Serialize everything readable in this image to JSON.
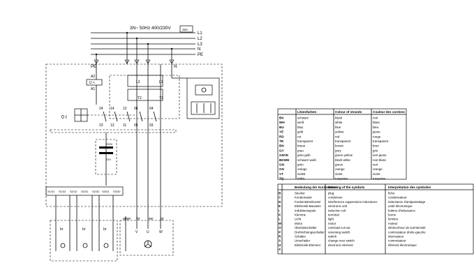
{
  "schematic": {
    "supply_label": "3N~ 50Hz 400/230V",
    "fuse_label": "16A",
    "lines": [
      "L1",
      "L2",
      "L3",
      "N",
      "PE"
    ],
    "pe_label": "PE",
    "n_label": "N",
    "coil_labels": [
      "A2",
      "A1"
    ],
    "coil_tag": "U <",
    "contactor_top": [
      "2",
      "4",
      "6",
      "2",
      "2"
    ],
    "contactor_terminals_top": [
      "L2",
      "L3"
    ],
    "contactor_terminals_bottom": [
      "T2",
      "T3"
    ],
    "switch_label": "0 I",
    "contacts_row1": [
      "24",
      "14",
      "12",
      "06",
      "04"
    ],
    "contacts_row2": [
      "23",
      "13",
      "11",
      "05",
      "03"
    ],
    "transformer_top": "230V",
    "transformer_bottom": "24V",
    "terminal_row": [
      "S1/31",
      "S1/32",
      "S2/12",
      "S2/31",
      "S2/32",
      "S3/31",
      "S3/32"
    ],
    "wire_colors": [
      "gnge",
      "br",
      "sw",
      "gr"
    ],
    "cable_labels": [
      "br",
      "br",
      "br"
    ],
    "motor_terminals": [
      "V",
      "U",
      "W"
    ]
  },
  "colors_table": {
    "headers": [
      "Litzenfarben",
      "Colour of strands",
      "Couleur des cordons"
    ],
    "rows": [
      [
        "BK",
        "schwarz",
        "black",
        "noir"
      ],
      [
        "WH",
        "weiß",
        "white",
        "blanc"
      ],
      [
        "BU",
        "blau",
        "blue",
        "bleu"
      ],
      [
        "YE",
        "gelb",
        "yellow",
        "jaune"
      ],
      [
        "RD",
        "rot",
        "red",
        "rouge"
      ],
      [
        "TR",
        "transparent",
        "transparent",
        "transparent"
      ],
      [
        "BN",
        "braun",
        "brown",
        "brun"
      ],
      [
        "GY",
        "grau",
        "grey",
        "gris"
      ],
      [
        "GNYE",
        "grün-gelb",
        "green-yellow",
        "vert-jaune"
      ],
      [
        "BKWH",
        "schwarz-weiß",
        "black-white",
        "noir-blanc"
      ],
      [
        "GN",
        "grün",
        "green",
        "vert"
      ],
      [
        "OG",
        "orange",
        "orange",
        "orange"
      ],
      [
        "VT",
        "violett",
        "violet",
        "violet"
      ],
      [
        "TQ",
        "türkis",
        "turquoise",
        "turquoise"
      ]
    ]
  },
  "symbols_table": {
    "headers": [
      "Bedeutung der Kurzzeichen",
      "Meaning of the symbols",
      "Interprétation des symboles"
    ],
    "rows": [
      [
        "B",
        "Stecker",
        "plug",
        "fiche"
      ],
      [
        "C",
        "Kondensator",
        "condenser",
        "condensateur"
      ],
      [
        "D",
        "Funkentstördrossel",
        "interference suppression inductance",
        "inductance d'antiparasitage"
      ],
      [
        "E",
        "Elektronik-Baustein",
        "electronic unit",
        "unité électronique"
      ],
      [
        "I",
        "Induktionsspule",
        "induction coil",
        "bobine d'inductance"
      ],
      [
        "K",
        "Klemme",
        "terminal",
        "borne"
      ],
      [
        "L",
        "Licht",
        "light",
        "lumière"
      ],
      [
        "M",
        "Motor",
        "motor",
        "moteur"
      ],
      [
        "O",
        "Überlastschalter",
        "overload cut-out",
        "déclencheur de surintensité"
      ],
      [
        "P",
        "Drehrichtungsschalter",
        "reversing switch",
        "commutateur droite-gauche"
      ],
      [
        "R",
        "Schalter",
        "switch",
        "interrupteur"
      ],
      [
        "S",
        "Umschalter",
        "change-over switch",
        "commutateur"
      ],
      [
        "U",
        "Elektronik-Element",
        "electronic element",
        "élément électronique"
      ],
      [
        "X",
        "",
        "",
        ""
      ]
    ]
  }
}
